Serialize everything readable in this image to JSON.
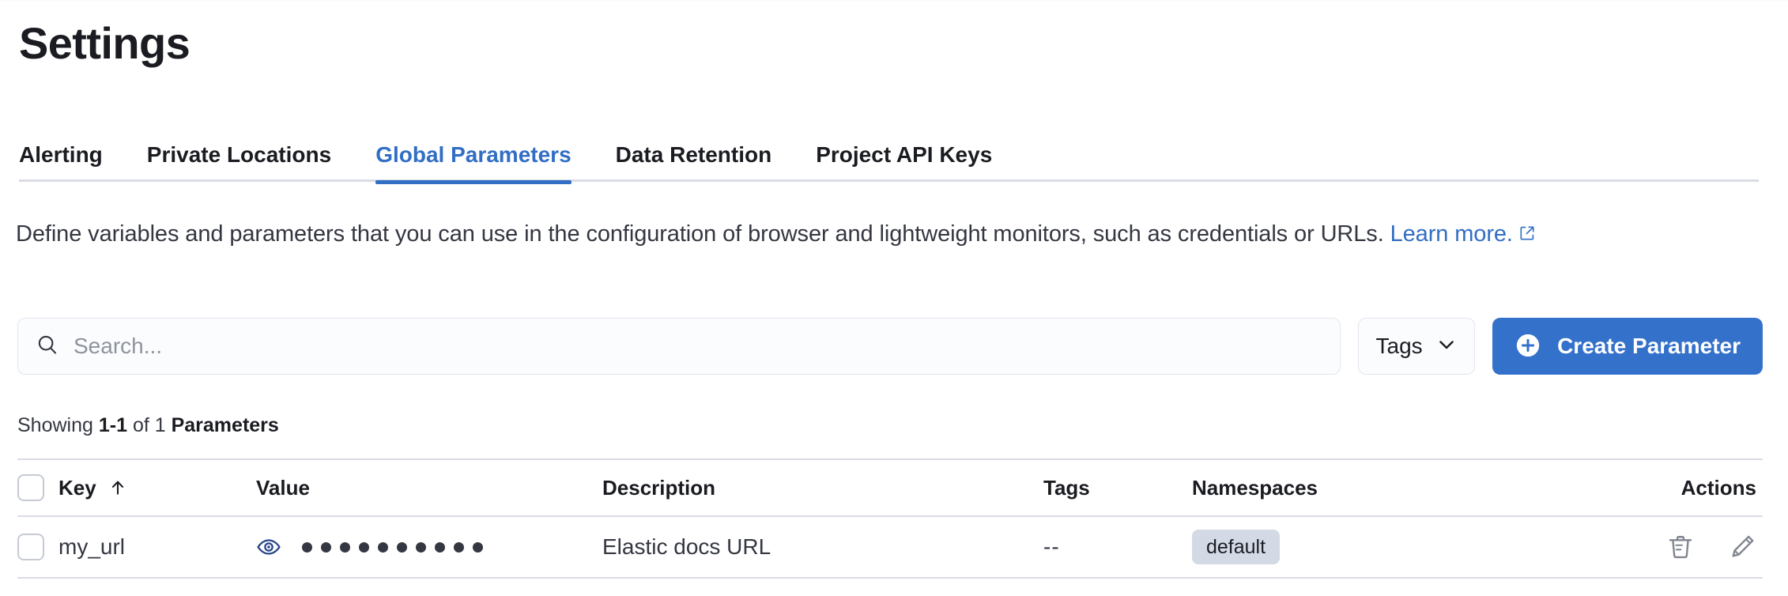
{
  "header": {
    "title": "Settings"
  },
  "tabs": [
    {
      "label": "Alerting",
      "active": false
    },
    {
      "label": "Private Locations",
      "active": false
    },
    {
      "label": "Global Parameters",
      "active": true
    },
    {
      "label": "Data Retention",
      "active": false
    },
    {
      "label": "Project API Keys",
      "active": false
    }
  ],
  "description": {
    "text": "Define variables and parameters that you can use in the configuration of browser and lightweight monitors, such as credentials or URLs.",
    "link_label": "Learn more.",
    "link_icon": "external-link-icon"
  },
  "controls": {
    "search": {
      "placeholder": "Search...",
      "value": "",
      "icon": "search-icon"
    },
    "tags_filter": {
      "label": "Tags",
      "icon": "chevron-down-icon"
    },
    "create_button": {
      "label": "Create Parameter",
      "icon": "plus-circle-icon"
    }
  },
  "results": {
    "showing_prefix": "Showing ",
    "range": "1-1",
    "middle": " of 1 ",
    "entity": "Parameters"
  },
  "table": {
    "columns": [
      {
        "key": "select",
        "label": ""
      },
      {
        "key": "key",
        "label": "Key",
        "sort": "asc",
        "sort_icon": "arrow-up-icon"
      },
      {
        "key": "value",
        "label": "Value"
      },
      {
        "key": "description",
        "label": "Description"
      },
      {
        "key": "tags",
        "label": "Tags"
      },
      {
        "key": "namespaces",
        "label": "Namespaces"
      },
      {
        "key": "actions",
        "label": "Actions"
      }
    ],
    "rows": [
      {
        "key": "my_url",
        "value_masked": "••••••••••",
        "value_dot_count": 10,
        "value_reveal_icon": "eye-icon",
        "description": "Elastic docs URL",
        "tags": "--",
        "namespaces": [
          "default"
        ],
        "actions": [
          {
            "name": "delete",
            "icon": "trash-icon"
          },
          {
            "name": "edit",
            "icon": "pencil-icon"
          }
        ]
      }
    ]
  },
  "colors": {
    "accent": "#316ec4",
    "button": "#3471ca",
    "text": "#1a1c21",
    "muted": "#8e939e",
    "border": "#d9dce5",
    "badge_bg": "#d3dae6"
  }
}
